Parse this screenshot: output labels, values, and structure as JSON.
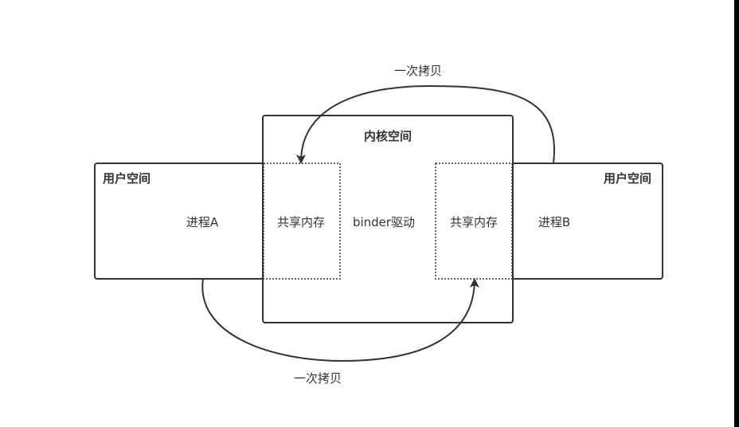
{
  "colors": {
    "stroke": "#333333",
    "text": "#333333",
    "frame": "#000000"
  },
  "process_a": {
    "region_title": "用户空间",
    "process_label": "进程A"
  },
  "process_b": {
    "region_title": "用户空间",
    "process_label": "进程B"
  },
  "kernel": {
    "region_title": "内核空间",
    "driver_label": "binder驱动",
    "shared_memory_left": "共享内存",
    "shared_memory_right": "共享内存"
  },
  "arrows": {
    "top_label": "一次拷贝",
    "bottom_label": "一次拷贝"
  }
}
